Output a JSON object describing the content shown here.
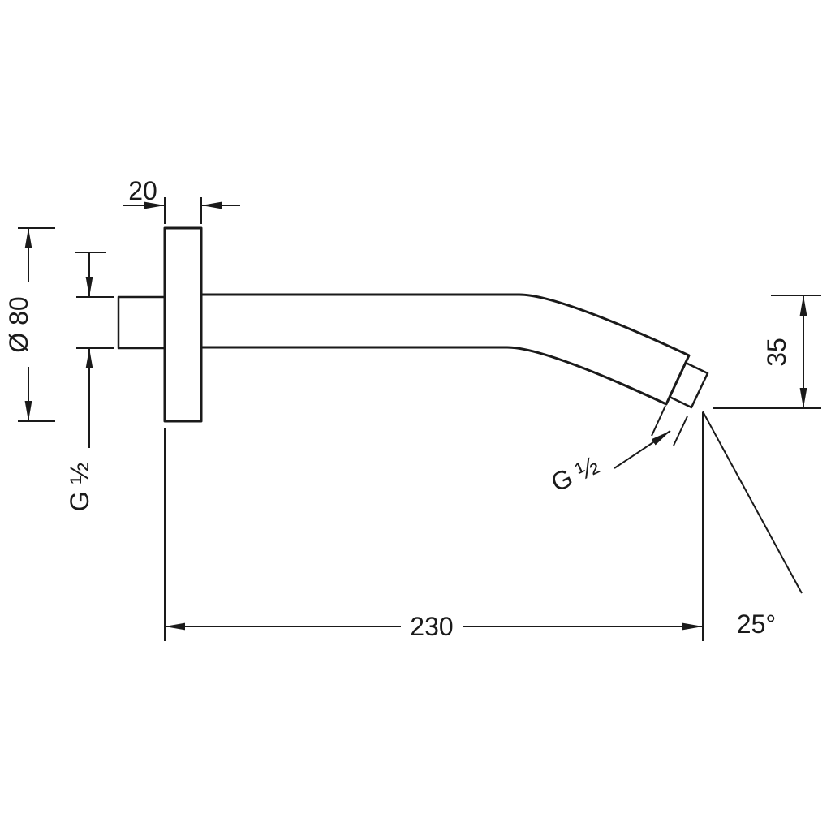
{
  "page": {
    "background": "#ffffff",
    "line_color": "#1a1a1a"
  },
  "drawing": {
    "labels": {
      "flange_depth": "20",
      "flange_diameter": "Ø 80",
      "inlet_thread": "G ½",
      "outlet_height": "35",
      "outlet_thread": "G ½",
      "arm_length": "230",
      "outlet_angle": "25°"
    }
  }
}
